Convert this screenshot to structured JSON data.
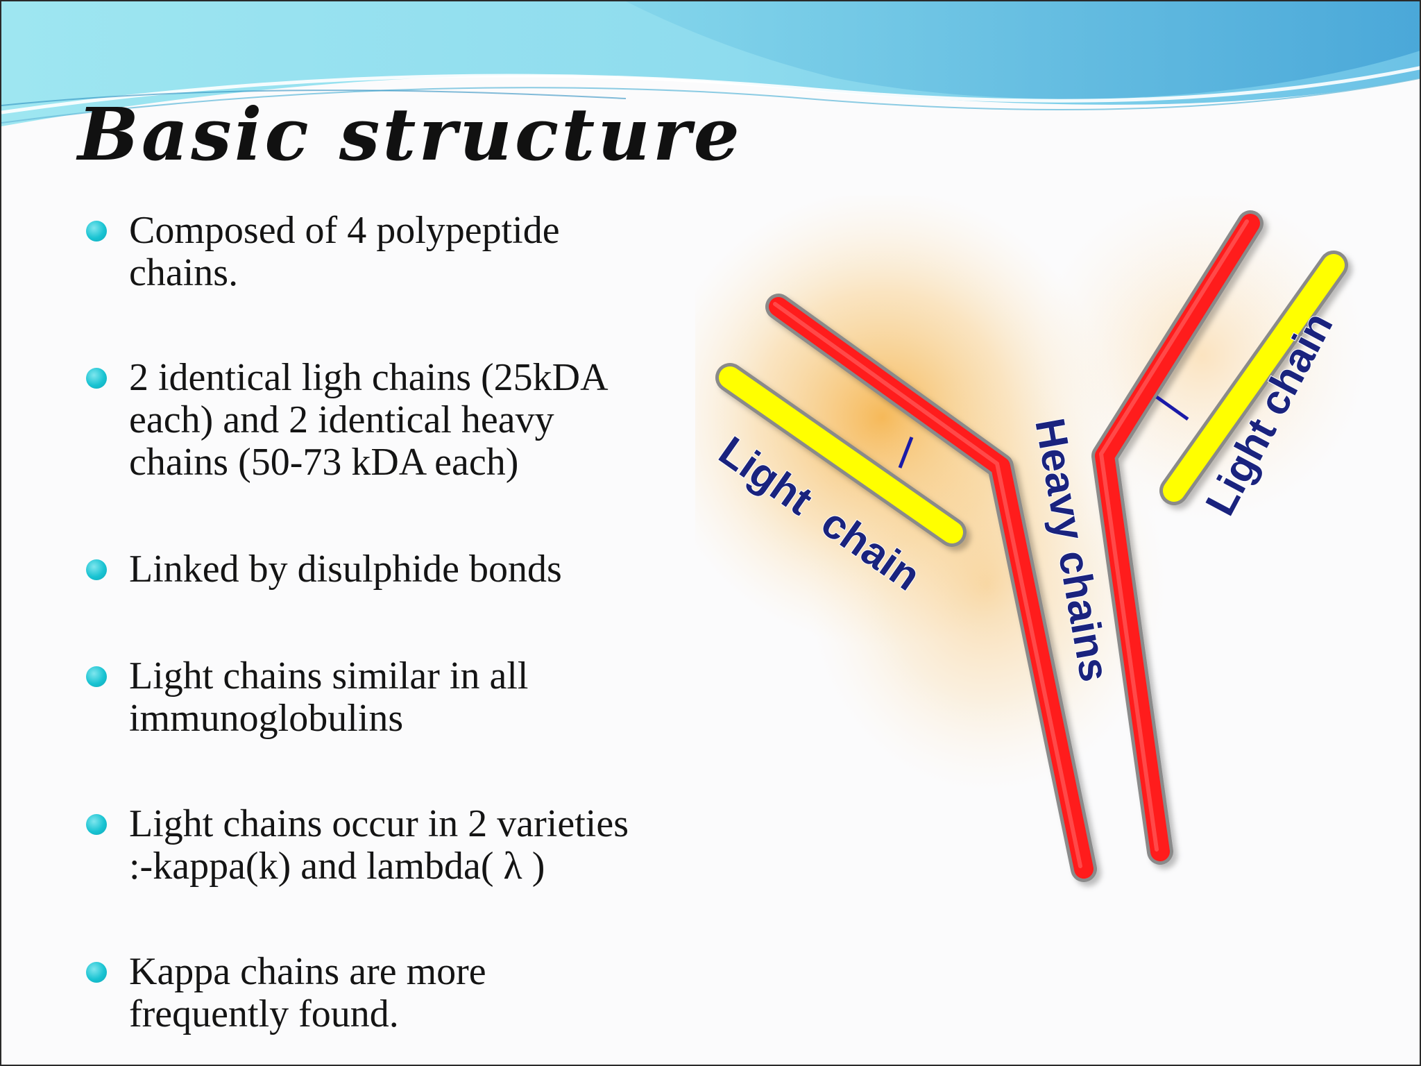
{
  "slide": {
    "title": "Basic structure",
    "bullets": [
      "Composed of 4 polypeptide\nchains.",
      "2 identical  ligh chains (25kDA\neach) and 2 identical heavy\nchains  (50-73 kDA each)",
      "Linked by disulphide bonds",
      "Light chains similar in all\nimmunoglobulins",
      "Light chains occur in 2 varieties\n:-kappa(k) and lambda( λ )",
      "Kappa chains are more\nfrequently found."
    ]
  },
  "diagram": {
    "label_light_left": "Light  chain",
    "label_heavy": "Heavy chains",
    "label_light_right": "Light chain",
    "colors": {
      "heavy_chain": "#ff1a1a",
      "light_chain": "#ffff00",
      "outline": "#8a8a8a",
      "label_text": "#1a237e",
      "bond": "#1a1aa8",
      "glow": "#f7b548"
    }
  },
  "theme": {
    "accent": "#19c3d2",
    "wave_light": "#bdeef5",
    "wave_dark": "#3aa9d8"
  }
}
